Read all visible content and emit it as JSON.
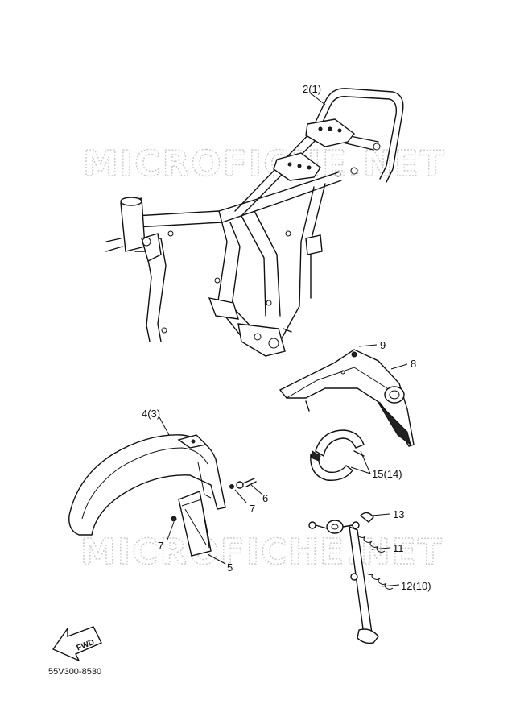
{
  "watermark": "MICROFICHE.NET",
  "part_code": "55V300-8530",
  "fwd_label": "FWD",
  "callouts": {
    "frame": "2(1)",
    "rear_fender": "8",
    "rear_fender_nut": "9",
    "front_fender": "4(3)",
    "flap": "5",
    "bolt": "6",
    "washer_right": "7",
    "washer_left": "7",
    "brake_shoe": "15(14)",
    "stand_clip": "13",
    "spring": "11",
    "stand_spring": "12(10)"
  }
}
